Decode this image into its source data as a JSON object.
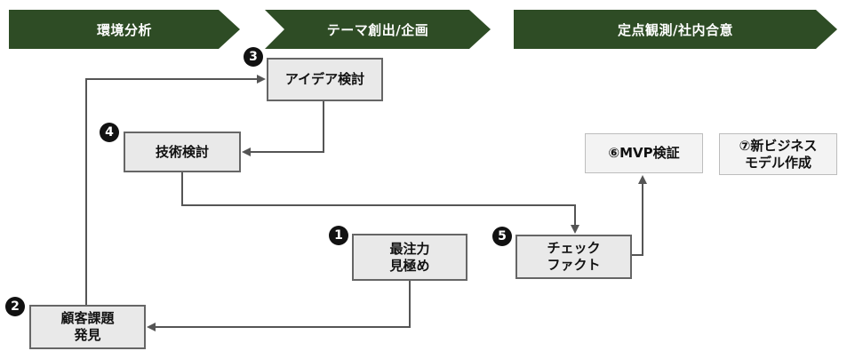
{
  "phases": [
    {
      "label": "環境分析"
    },
    {
      "label": "テーマ創出/企画"
    },
    {
      "label": "定点観測/社内合意"
    }
  ],
  "steps": [
    {
      "num": "1",
      "label": "最注力\n見極め"
    },
    {
      "num": "2",
      "label": "顧客課題\n発見"
    },
    {
      "num": "3",
      "label": "アイデア検討"
    },
    {
      "num": "4",
      "label": "技術検討"
    },
    {
      "num": "5",
      "label": "チェック\nファクト"
    },
    {
      "num": "",
      "label": "⑥MVP検証"
    },
    {
      "num": "",
      "label": "⑦新ビジネス\nモデル作成"
    }
  ],
  "colors": {
    "phase_fill": "#2e4c25",
    "connector": "#555555",
    "box_fill": "#e9e9e9",
    "box_border": "#666666"
  }
}
